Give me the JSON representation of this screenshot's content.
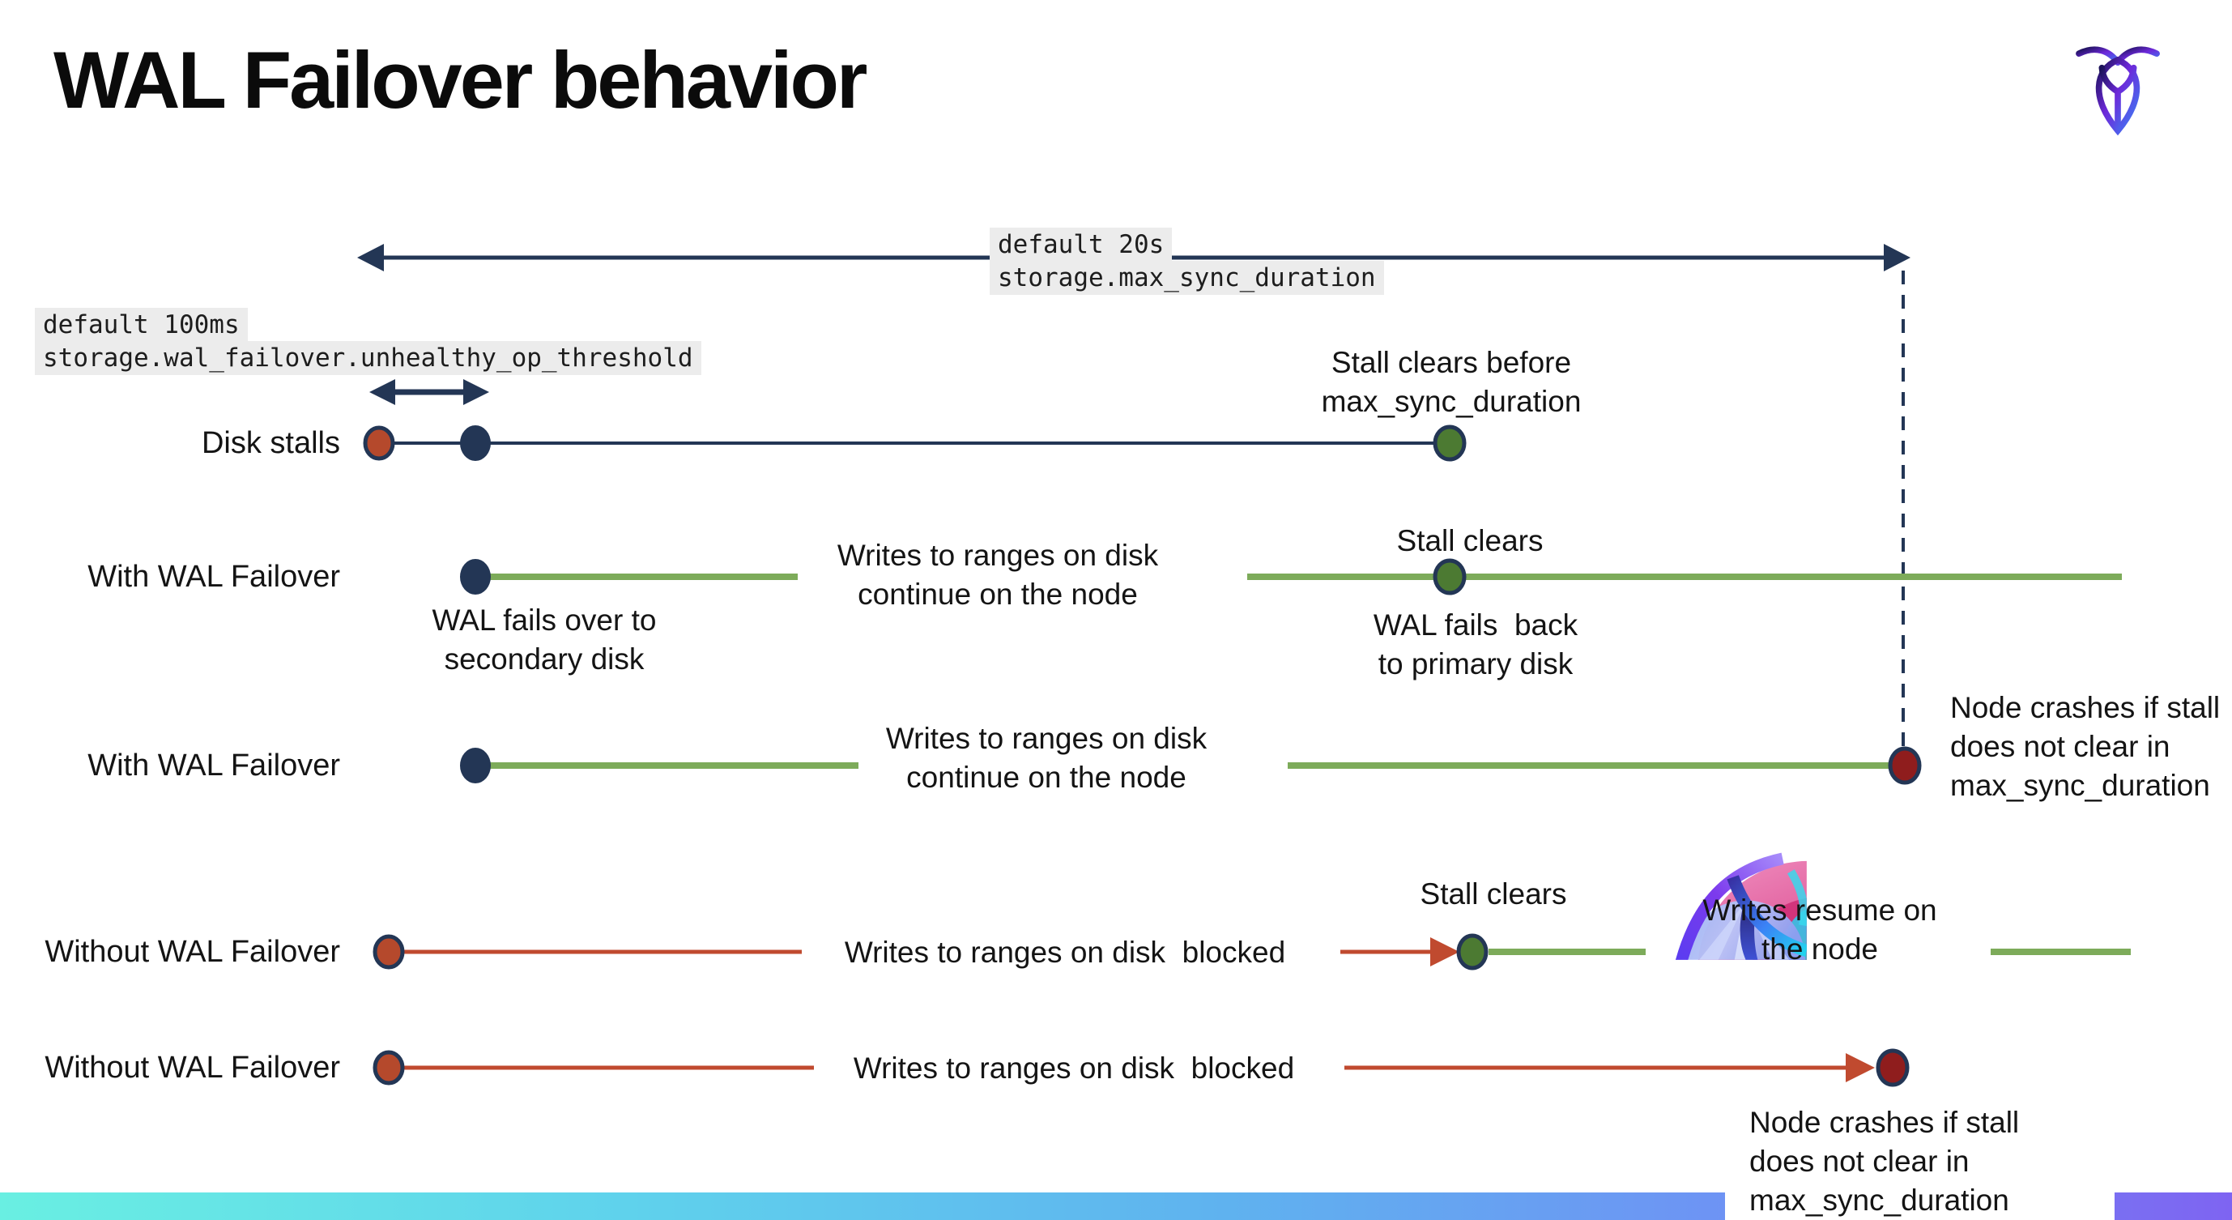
{
  "title": "WAL Failover behavior",
  "logo": {
    "name": "cockroachdb-logo"
  },
  "settings": {
    "max_sync": {
      "default_label": "default 20s",
      "setting_name": "storage.max_sync_duration"
    },
    "threshold": {
      "default_label": "default 100ms",
      "setting_name": "storage.wal_failover.unhealthy_op_threshold"
    }
  },
  "rows": [
    {
      "id": "disk-stalls",
      "label": "Disk stalls"
    },
    {
      "id": "with-wal-failover-1",
      "label": "With WAL Failover"
    },
    {
      "id": "with-wal-failover-2",
      "label": "With WAL Failover"
    },
    {
      "id": "without-wal-failover-1",
      "label": "Without WAL Failover"
    },
    {
      "id": "without-wal-failover-2",
      "label": "Without WAL Failover"
    }
  ],
  "captions": {
    "stall_clears_before": "Stall clears before\nmax_sync_duration",
    "writes_continue": "Writes to ranges on disk\ncontinue on the node",
    "stall_clears": "Stall clears",
    "wal_fails_over": "WAL fails over to\nsecondary disk",
    "wal_fails_back": "WAL fails  back\nto primary disk",
    "node_crashes": "Node crashes if stall\ndoes not clear in\nmax_sync_duration",
    "writes_blocked": "Writes to ranges on disk  blocked",
    "writes_resume": "Writes resume on\nthe node"
  },
  "colors": {
    "navy": "#233655",
    "green_line": "#7dab5a",
    "green_dot": "#4c7a32",
    "red_line": "#c04a2f",
    "red_dot": "#b5492c",
    "crash_dot": "#8f1d1d",
    "code_background": "#ececec",
    "bottom_bar_left": "#69efe2",
    "bottom_bar_right": "#7e64f2",
    "art_pink": "#d62f7e",
    "art_violet": "#7c3aed",
    "art_cyan": "#22d3ee"
  }
}
